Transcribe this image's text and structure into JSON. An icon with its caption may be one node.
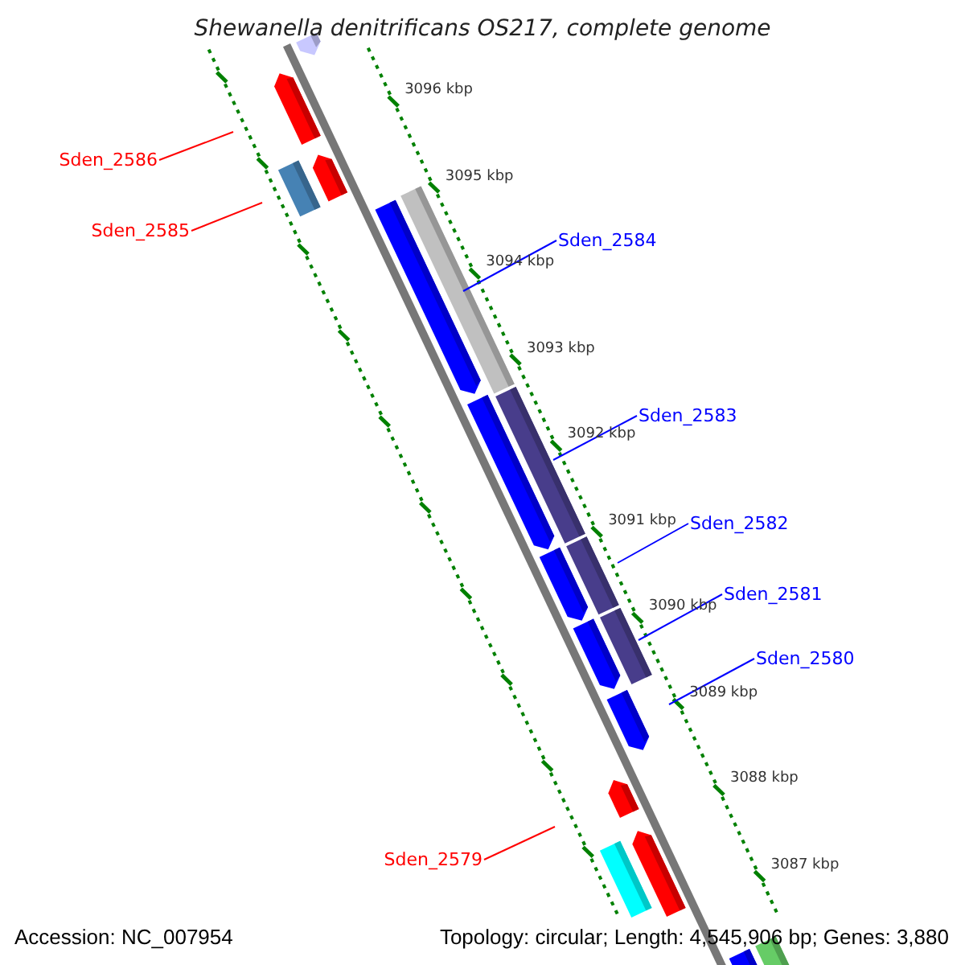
{
  "diagram": {
    "title": "Shewanella denitrificans OS217, complete genome",
    "nodes": [
      {
        "text": [
          "Sden_2586"
        ]
      },
      {
        "text": [
          "Sden_2585"
        ]
      },
      {
        "text": [
          "Sden_2584"
        ]
      },
      {
        "text": [
          "Sden_2583"
        ]
      },
      {
        "text": [
          "Sden_2582"
        ]
      },
      {
        "text": [
          "Sden_2581"
        ]
      },
      {
        "text": [
          "Sden_2580"
        ]
      },
      {
        "text": [
          "Sden_2579"
        ]
      }
    ],
    "edges": [
      {
        "from": 0,
        "to": null,
        "arrow": "none",
        "color": "#ff0000"
      },
      {
        "from": 1,
        "to": null,
        "arrow": "none",
        "color": "#ff0000"
      },
      {
        "from": 2,
        "to": null,
        "arrow": "none"
      },
      {
        "from": 3,
        "to": null,
        "arrow": "none"
      },
      {
        "from": 4,
        "to": null,
        "arrow": "none"
      },
      {
        "from": 5,
        "to": null,
        "arrow": "none"
      },
      {
        "from": 6,
        "to": null,
        "arrow": "none"
      },
      {
        "from": 7,
        "to": null,
        "arrow": "none",
        "color": "#ff0000"
      }
    ],
    "labels": [
      "3096 kbp",
      "3095 kbp",
      "3094 kbp",
      "3093 kbp",
      "3092 kbp",
      "3091 kbp",
      "3090 kbp",
      "3089 kbp",
      "3088 kbp",
      "3087 kbp",
      "Accession: NC_007954",
      "Topology: circular; Length: 4,545,906 bp; Genes: 3,880"
    ]
  }
}
